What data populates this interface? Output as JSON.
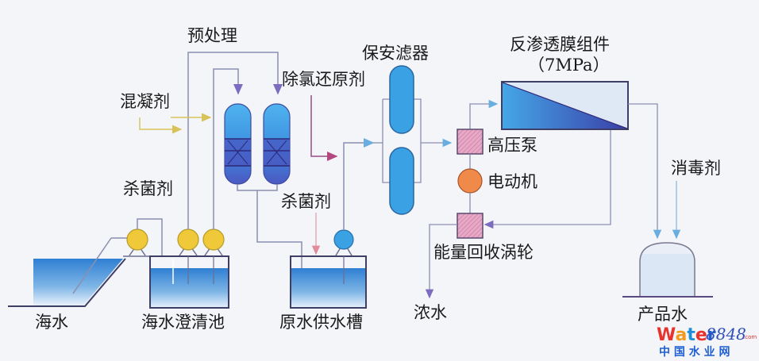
{
  "title": "海水淡化反渗透工艺流程",
  "labels": {
    "pretreatment": "预处理",
    "coagulant": "混凝剂",
    "dechlorination_reductant": "除氯还原剂",
    "cartridge_filter": "保安滤器",
    "ro_module": "反渗透膜组件",
    "ro_pressure": "（7MPa）",
    "high_pressure_pump": "高压泵",
    "motor": "电动机",
    "disinfectant": "消毒剂",
    "bactericide_1": "杀菌剂",
    "bactericide_2": "杀菌剂",
    "energy_recovery_turbine": "能量回收涡轮",
    "seawater": "海水",
    "clarifier": "海水澄清池",
    "raw_water_tank": "原水供水槽",
    "brine": "浓水",
    "product_water": "产品水"
  },
  "watermark": {
    "brand_parts": [
      {
        "text": "W",
        "color": "#e8322d"
      },
      {
        "text": "a",
        "color": "#f29a1f"
      },
      {
        "text": "t",
        "color": "#1f8ed8"
      },
      {
        "text": "e",
        "color": "#e8322d"
      },
      {
        "text": "r",
        "color": "#1f5fd1"
      }
    ],
    "number": "8848",
    "suffix": ".com",
    "subtitle": "中 国 水 业 网"
  },
  "colors": {
    "water_blue": "#2f86d6",
    "pump_yellow": "#f0c93a",
    "motor_orange": "#f08a4b",
    "turbine_pink": "#e6a7c4",
    "filter_blue": "#3aa2e4",
    "vessel_purple": "#4a56c0",
    "line_gray": "#8a8fb0",
    "chem_purple": "#8a3c7a",
    "coag_yellow": "#e6d48a"
  }
}
